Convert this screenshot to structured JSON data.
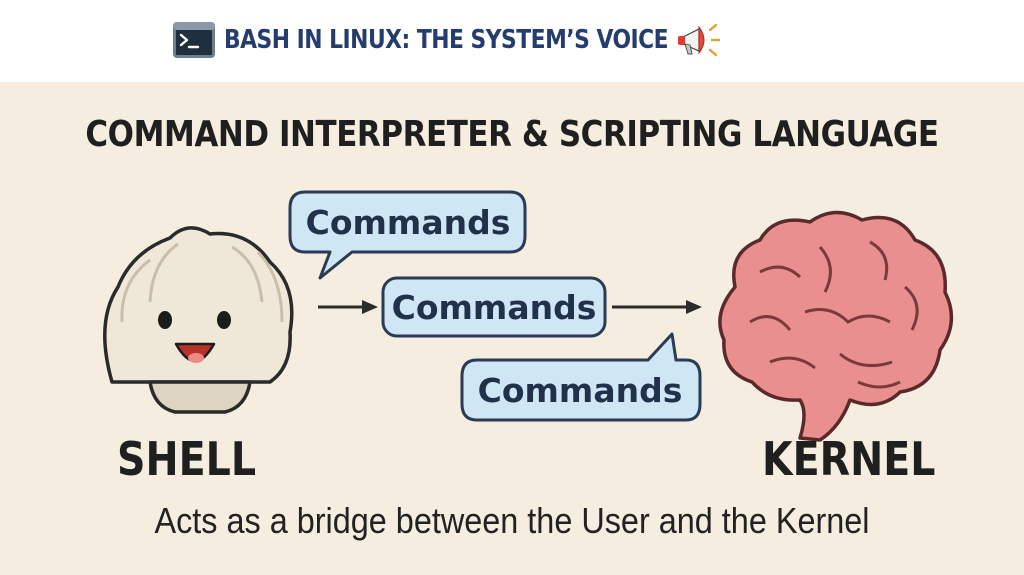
{
  "header": {
    "title": "BASH IN LINUX: THE SYSTEM’S VOICE",
    "left_icon": "terminal-icon",
    "right_icon": "megaphone-icon"
  },
  "diagram": {
    "title": "COMMAND INTERPRETER & SCRIPTING LANGUAGE",
    "bubbles": [
      {
        "label": "Commands"
      },
      {
        "label": "Commands"
      },
      {
        "label": "Commands"
      }
    ],
    "shell": {
      "label": "SHELL",
      "icon": "shell-mascot-icon"
    },
    "kernel": {
      "label": "KERNEL",
      "icon": "brain-icon"
    },
    "caption": "Acts as a bridge between the User and the Kernel"
  },
  "colors": {
    "header_text": "#243c6e",
    "panel_background": "#f5eddf",
    "bubble_fill": "#cfe6f4",
    "bubble_stroke": "#2b3a55",
    "brain_fill": "#ea8f8f",
    "shell_fill": "#efe7d8"
  }
}
